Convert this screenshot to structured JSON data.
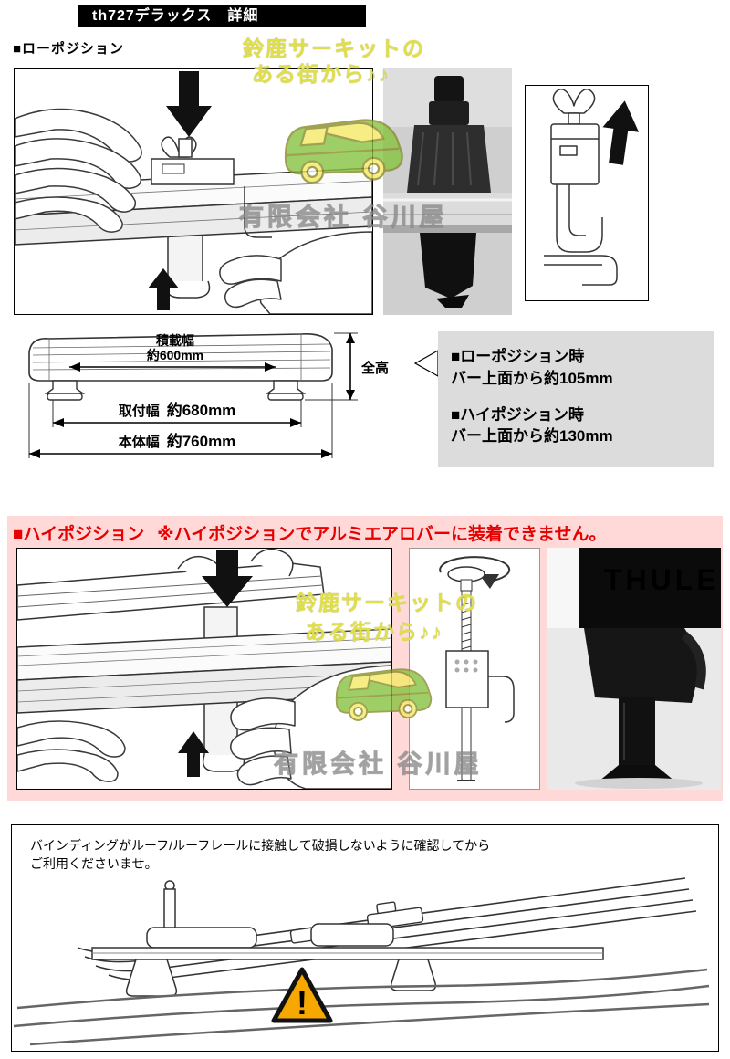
{
  "title_bar": {
    "title": "th727デラックス　詳細"
  },
  "sections": {
    "low": {
      "heading": "■ローポジション"
    },
    "high": {
      "heading": "■ハイポジション",
      "warning": "※ハイポジションでアルミエアロバーに装着できません。"
    }
  },
  "watermark": {
    "line1": "鈴鹿サーキットの",
    "line2": "ある街から♪♪",
    "company": "有限会社 谷川屋"
  },
  "diagram": {
    "load_width_label": "積載幅",
    "load_width_value": "約600mm",
    "total_height_label": "全高",
    "mount_width_label": "取付幅",
    "mount_width_value": "約680mm",
    "body_width_label": "本体幅",
    "body_width_value": "約760mm"
  },
  "info_box": {
    "low_title": "■ローポジション時",
    "low_value": "バー上面から約105mm",
    "high_title": "■ハイポジション時",
    "high_value": "バー上面から約130mm"
  },
  "brand": {
    "logo": "THULE"
  },
  "caution": {
    "line1": "バインディングがルーフ/ルーフレールに接触して破損しないように確認してから",
    "line2": "ご利用くださいませ。",
    "warning_mark": "!"
  },
  "colors": {
    "header_bg": "#000000",
    "pink_bg": "#ffd8d8",
    "warning_red": "#e60000",
    "watermark_yellow": "#e4e24a",
    "info_box_bg": "#dcdcdc",
    "caution_yellow": "#f6a800"
  }
}
